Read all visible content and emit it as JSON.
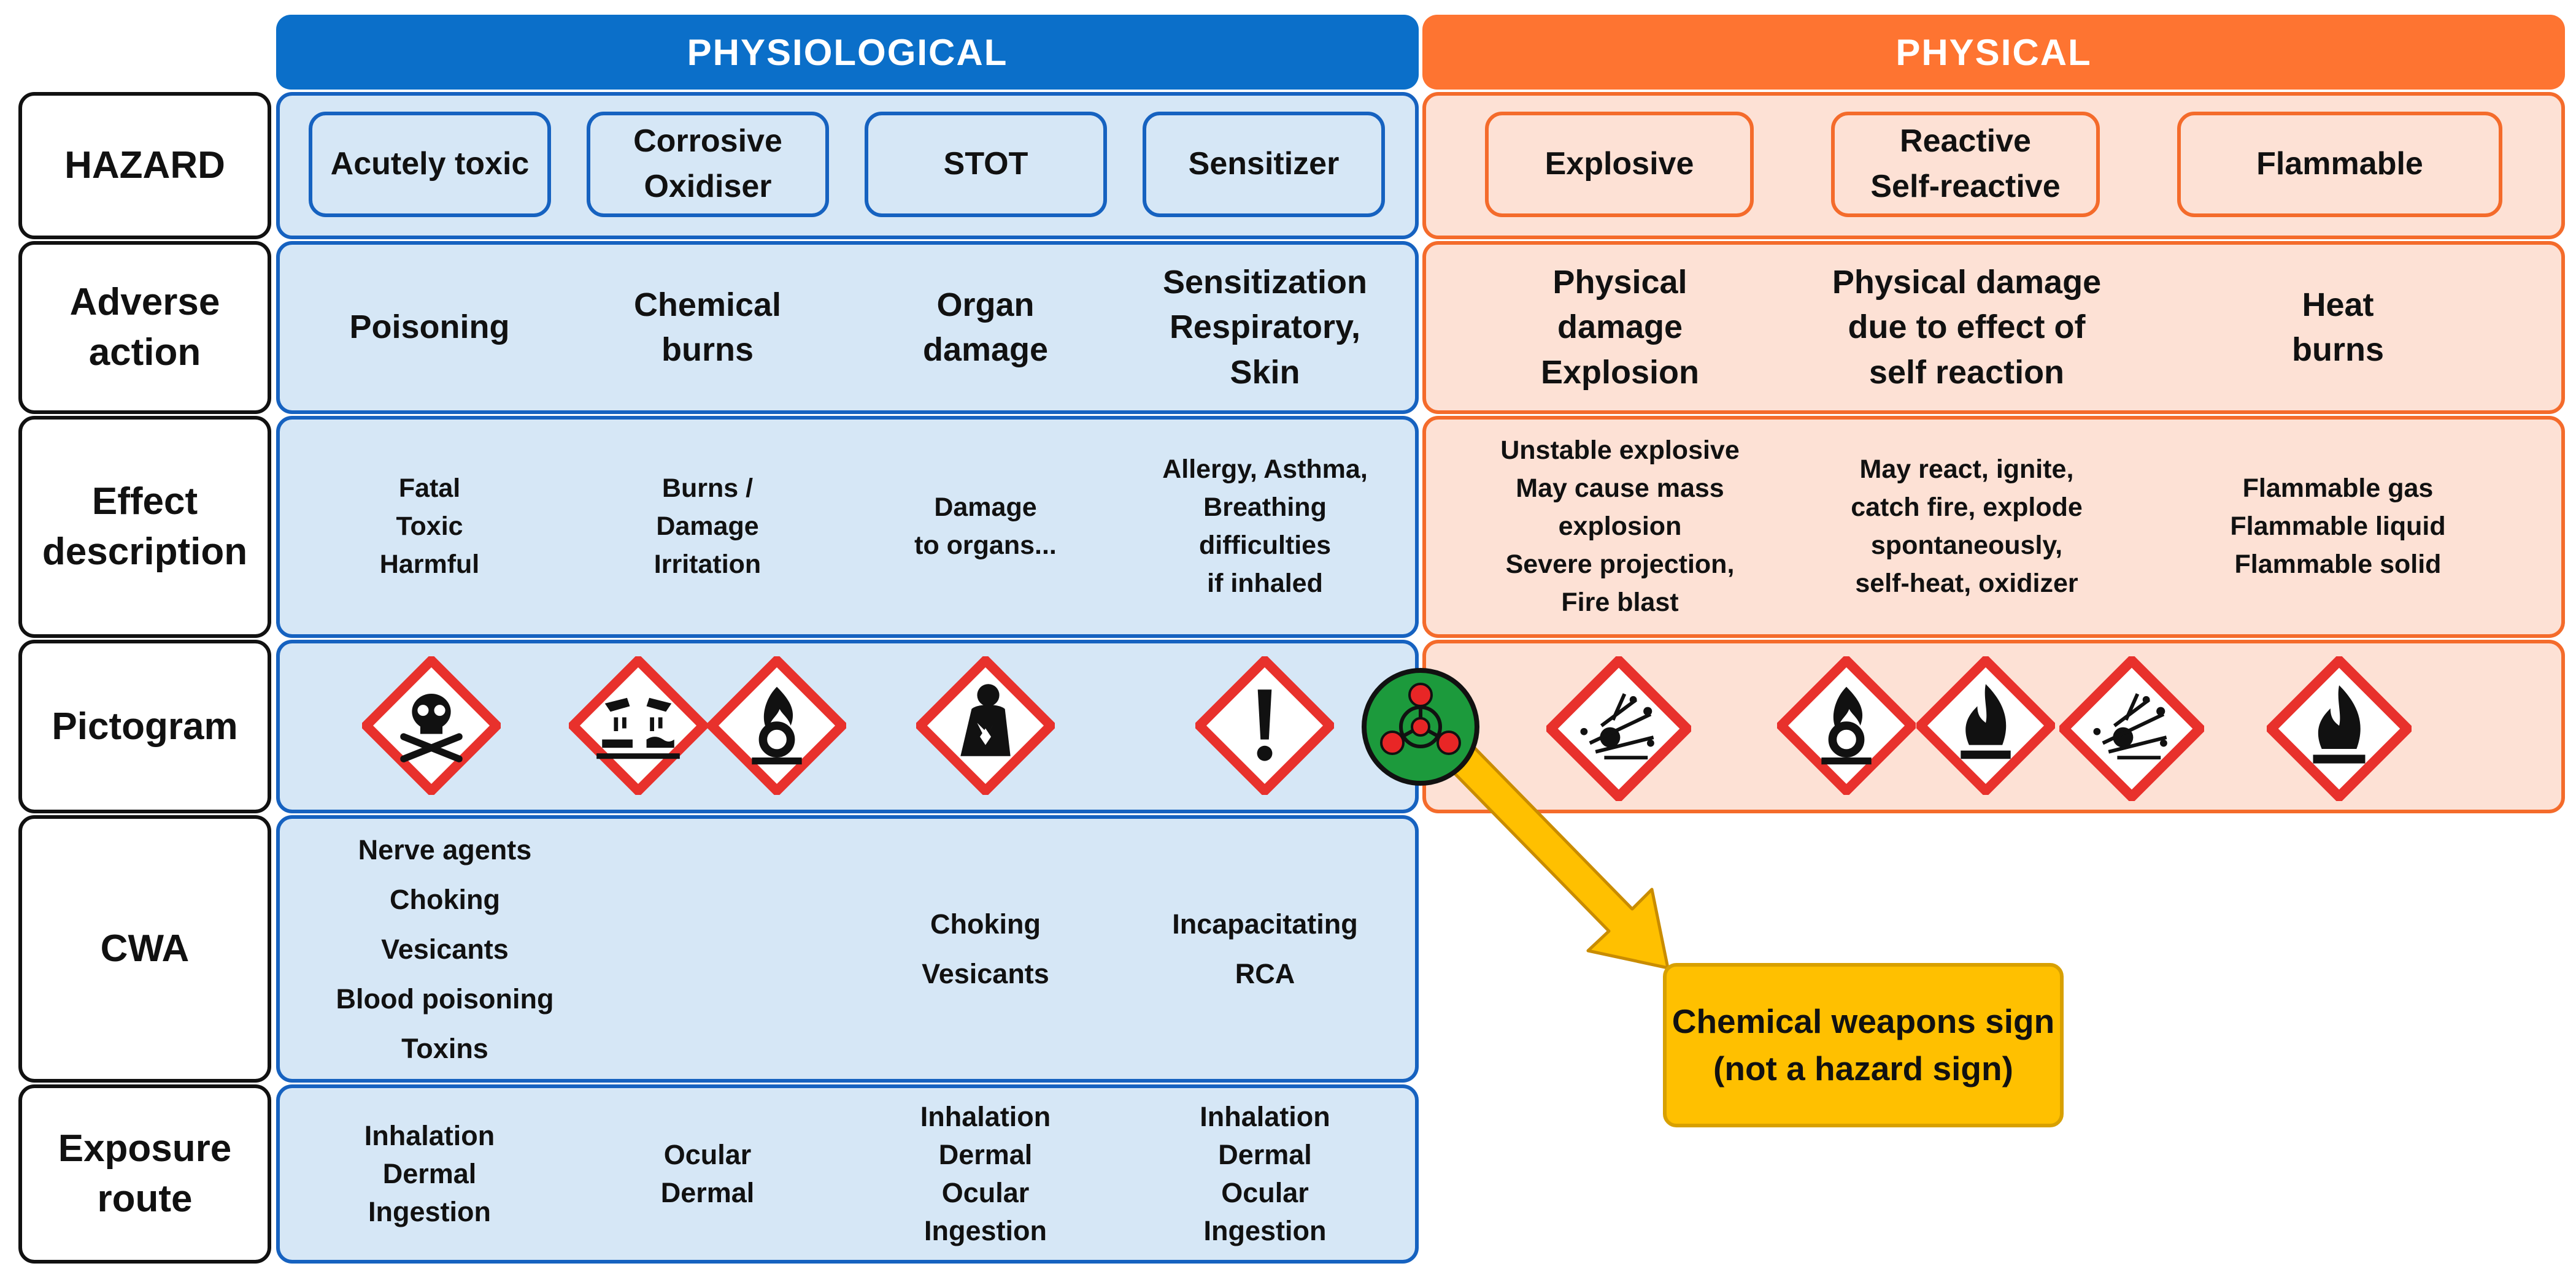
{
  "headers": {
    "physiological": "PHYSIOLOGICAL",
    "physical": "PHYSICAL"
  },
  "colors": {
    "physiological_accent": "#0b6fc9",
    "physical_accent": "#fe7431",
    "physiological_fill": "#d6e7f6",
    "physical_fill": "#fde1d5",
    "callout": "#ffc000"
  },
  "row_labels": {
    "hazard": "HAZARD",
    "adverse": "Adverse\naction",
    "effect": "Effect\ndescription",
    "pictogram": "Pictogram",
    "cwa": "CWA",
    "exposure": "Exposure\nroute"
  },
  "physiological": {
    "hazard": [
      "Acutely toxic",
      "Corrosive\nOxidiser",
      "STOT",
      "Sensitizer"
    ],
    "adverse": [
      "Poisoning",
      "Chemical\nburns",
      "Organ\ndamage",
      "Sensitization\nRespiratory,\nSkin"
    ],
    "effect": [
      "Fatal\nToxic\nHarmful",
      "Burns /\nDamage\nIrritation",
      "Damage\nto organs...",
      "Allergy, Asthma,\nBreathing\ndifficulties\nif inhaled"
    ],
    "pictograms": [
      "skull-crossbones-icon",
      "corrosion-icon",
      "flame-over-circle-icon",
      "health-hazard-icon",
      "exclamation-mark-icon"
    ],
    "cwa": [
      "Nerve agents\nChoking\nVesicants\nBlood poisoning\nToxins",
      "",
      "Choking\nVesicants",
      "Incapacitating\nRCA"
    ],
    "exposure": [
      "Inhalation\nDermal\nIngestion",
      "Ocular\nDermal",
      "Inhalation\nDermal\nOcular\nIngestion",
      "Inhalation\nDermal\nOcular\nIngestion"
    ]
  },
  "physical": {
    "hazard": [
      "Explosive",
      "Reactive\nSelf-reactive",
      "Flammable"
    ],
    "adverse": [
      "Physical\ndamage\nExplosion",
      "Physical damage\ndue to effect of\nself reaction",
      "Heat\nburns"
    ],
    "effect": [
      "Unstable explosive\nMay cause mass\nexplosion\nSevere projection,\nFire blast",
      "May react, ignite,\ncatch fire, explode\nspontaneously,\nself-heat, oxidizer",
      "Flammable gas\nFlammable liquid\nFlammable solid"
    ],
    "pictograms": [
      "exploding-bomb-icon",
      "flame-over-circle-icon",
      "flame-icon",
      "exploding-bomb-icon",
      "flame-icon"
    ]
  },
  "chemical_weapons_sign": {
    "icon": "chemical-weapons-icon",
    "label": "Chemical weapons sign\n(not a hazard sign)"
  }
}
